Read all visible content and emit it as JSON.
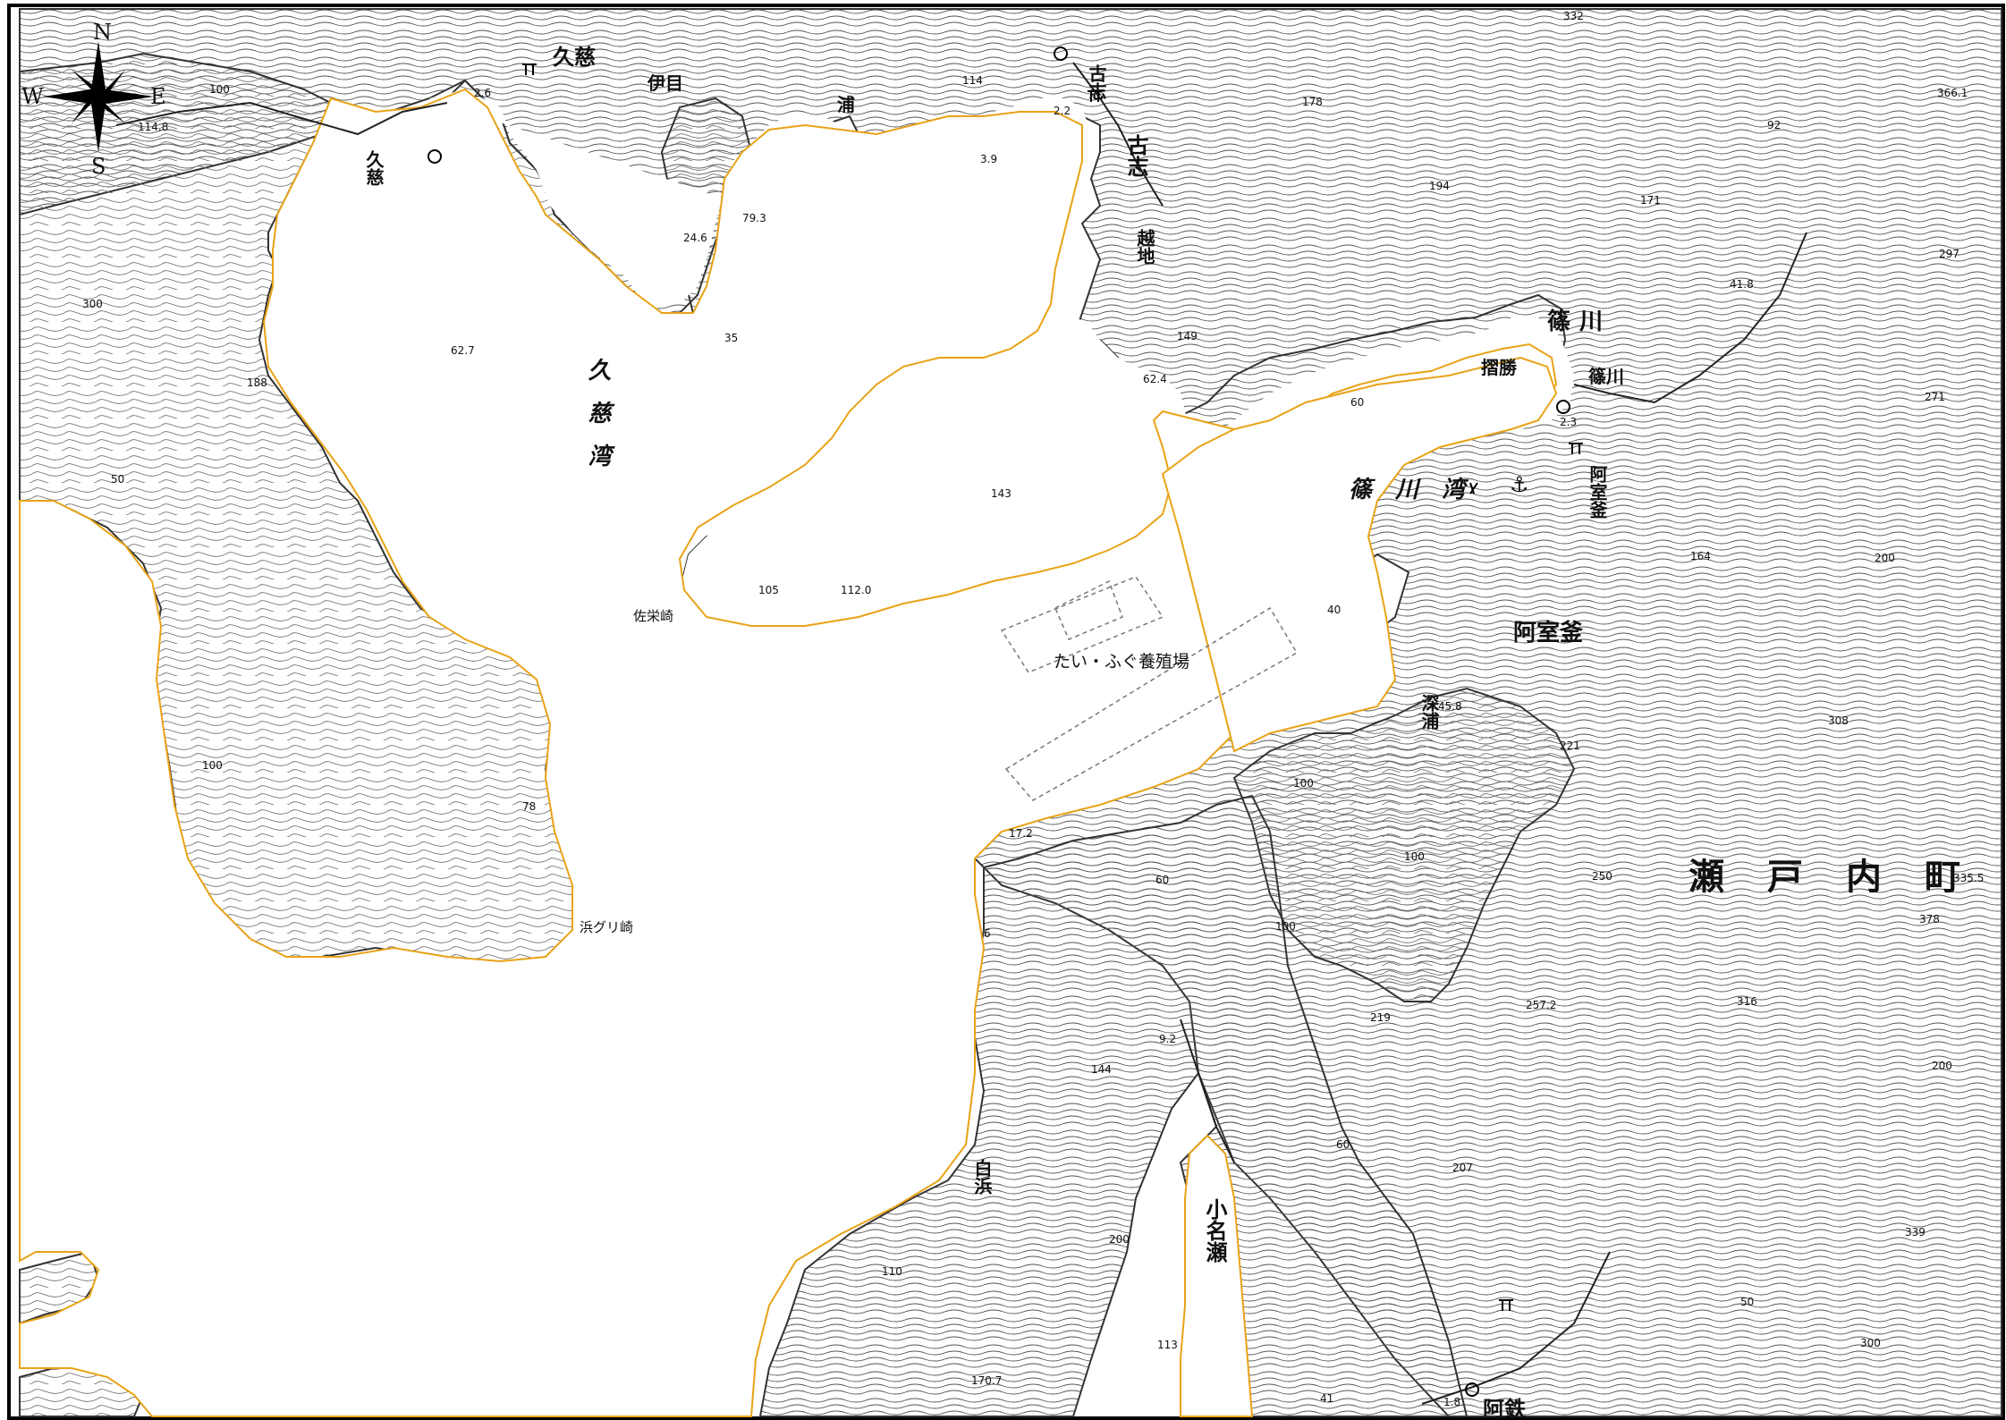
{
  "places": {
    "kuji_village": "久慈",
    "kuji_hamlet": "久慈",
    "ime": "伊目",
    "ura": "浦",
    "koshi_top": "古志",
    "koshi": "古志",
    "koechi": "越地",
    "kuji_bay": "久慈湾",
    "shinokawa_bay": "篠川湾",
    "shinokawa": "篠川",
    "shinokawa_small": "篠川",
    "surikachi": "摺勝",
    "amurogama_small": "阿室釜",
    "amurogama": "阿室釜",
    "fukaura": "深浦",
    "setouchi": "瀬戸内町",
    "sasakezaki": "佐栄崎",
    "hamagurizaki": "浜グリ崎",
    "fish_farm": "たい・ふぐ養殖場",
    "shirahama": "白浜",
    "konase": "小名瀬",
    "ateto": "阿鉄"
  },
  "compass": {
    "n": "N",
    "s": "S",
    "e": "E",
    "w": "W"
  },
  "heights": {
    "h332": "332",
    "h114": "114",
    "h178": "178",
    "h92": "92",
    "h366": "366.1",
    "h114b": "114.8",
    "h194": "194",
    "h171": "171",
    "h297": "297",
    "h300": "300",
    "h62_7": "62.7",
    "h188": "188",
    "h35": "35",
    "h24_6": "24.6",
    "h79": "79.3",
    "h3_9": "3.9",
    "h2_2": "2.2",
    "h2_6": "2.6",
    "h149": "149",
    "h62_4": "62.4",
    "h41_8": "41.8",
    "h271": "271",
    "h143": "143",
    "h105": "105",
    "h112": "112.0",
    "h2_3": "2.3",
    "h164": "164",
    "h40": "40",
    "h45_8": "45.8",
    "h221": "221",
    "h308": "308",
    "h100": "100",
    "h17_2": "17.2",
    "h78": "78",
    "h335": "335.5",
    "h378": "378",
    "h6": "6",
    "h316": "316",
    "h257": "257.2",
    "h219": "219",
    "h9_2": "9.2",
    "h144": "144",
    "h207": "207",
    "h339": "339",
    "h110": "110",
    "h113": "113",
    "h170": "170.7",
    "h41": "41",
    "h1_8": "1.8"
  },
  "contours": {
    "c100a": "100",
    "c50a": "50",
    "c100b": "100",
    "c60a": "60",
    "c200a": "200",
    "c100c": "100",
    "c60b": "60",
    "c100d": "100",
    "c250": "250",
    "c200b": "200",
    "c300": "300",
    "c50b": "50",
    "c60c": "60",
    "c200c": "200"
  },
  "colors": {
    "land": "#f4f4f4",
    "contour": "#4a4a4a",
    "coast": "#e8a317",
    "sea": "#ffffff"
  }
}
